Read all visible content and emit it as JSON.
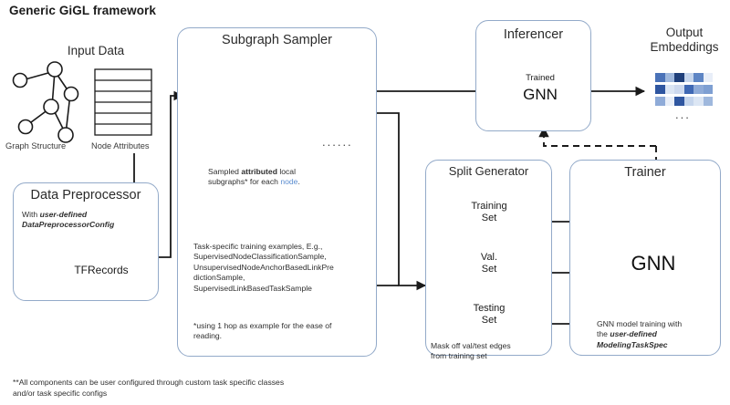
{
  "title": "Generic GiGL framework",
  "input": {
    "heading": "Input Data",
    "graph_label": "Graph Structure",
    "attributes_label": "Node Attributes"
  },
  "preprocessor": {
    "title": "Data Preprocessor",
    "subtitle_prefix": "With ",
    "subtitle_em": "user-defined",
    "subtitle_em2": "DataPreprocessorConfig",
    "artifact": "TFRecords"
  },
  "sampler": {
    "title": "Subgraph Sampler",
    "caption_line1_a": "Sampled ",
    "caption_line1_b": "attributed",
    "caption_line1_c": " local",
    "caption_line2_a": "subgraphs* for each ",
    "caption_line2_b": "node",
    "caption_line2_c": ".",
    "examples_line1": "Task-specific training examples, E.g.,",
    "examples_line2": "SupervisedNodeClassificationSample,",
    "examples_line3": "UnsupervisedNodeAnchorBasedLinkPre",
    "examples_line4": "dictionSample,",
    "examples_line5": "SupervisedLinkBasedTaskSample",
    "footnote_line1": "*using 1 hop as example for the ease of",
    "footnote_line2": "reading.",
    "ellipsis": "......"
  },
  "split_generator": {
    "title": "Split Generator",
    "sets": [
      {
        "line1": "Training",
        "line2": "Set"
      },
      {
        "line1": "Val.",
        "line2": "Set"
      },
      {
        "line1": "Testing",
        "line2": "Set"
      }
    ],
    "note_line1": "Mask off val/test edges",
    "note_line2": "from training set"
  },
  "trainer": {
    "title": "Trainer",
    "model": "GNN",
    "note_line1": "GNN model training with",
    "note_line2_a": "the ",
    "note_line2_b": "user-defined",
    "note_line3": "ModelingTaskSpec"
  },
  "inferencer": {
    "title": "Inferencer",
    "model_line1": "Trained",
    "model_line2": "GNN"
  },
  "output": {
    "heading_line1": "Output",
    "heading_line2": "Embeddings",
    "ellipsis": "...",
    "rows": [
      [
        "#4a72b8",
        "#9fb8dd",
        "#1f3f7a",
        "#c5d5ec",
        "#5d85c4",
        "#e8eef8"
      ],
      [
        "#2f56a0",
        "#dce6f4",
        "#cdd9ee",
        "#3f68b4",
        "#8fabd8",
        "#7e9fd2"
      ],
      [
        "#8fabd8",
        "#e8eef8",
        "#2f56a0",
        "#c5d5ec",
        "#dce6f4",
        "#9fb8dd"
      ]
    ]
  },
  "footer": {
    "line1": "**All components can be user configured through custom task specific classes",
    "line2": "and/or task specific configs"
  },
  "colors": {
    "box_border": "#93aac9",
    "node_blue": "#7da7d9",
    "node_white": "#ffffff",
    "stroke": "#1a1a1a",
    "link_blue": "#5b8dd0"
  }
}
